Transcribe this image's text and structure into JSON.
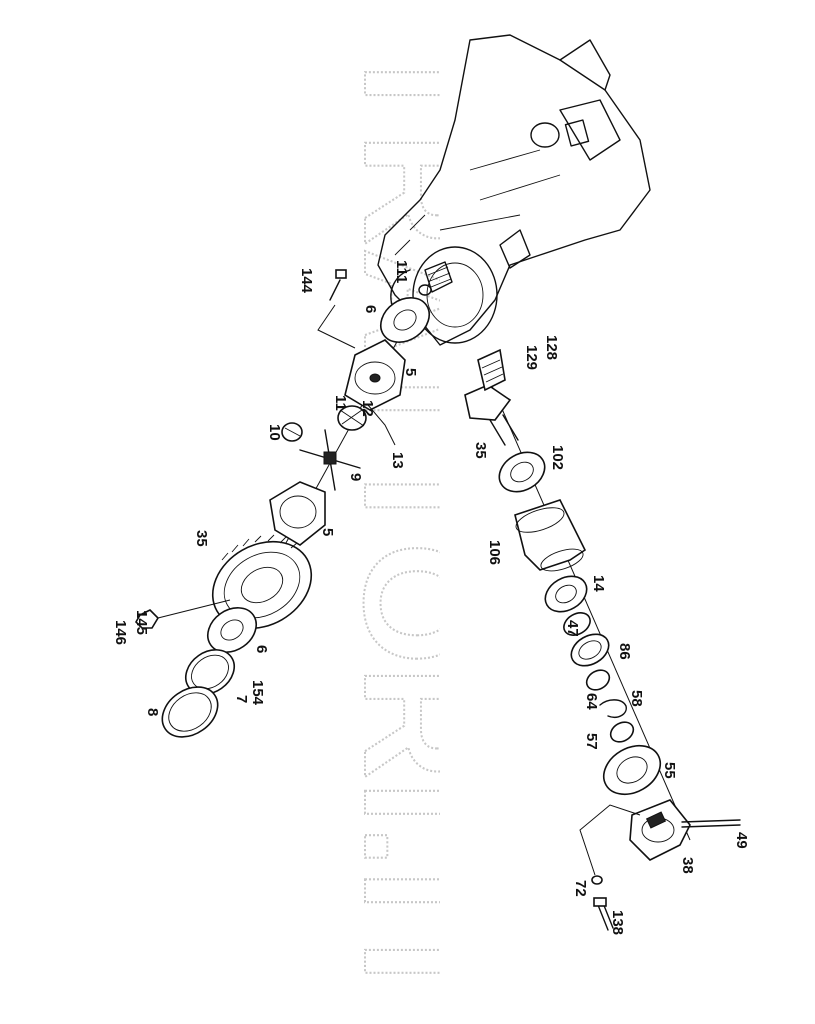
{
  "watermark": "TRATTORI.IT",
  "labels": [
    {
      "id": "p144",
      "text": "144"
    },
    {
      "id": "p111",
      "text": "111"
    },
    {
      "id": "p6a",
      "text": "6"
    },
    {
      "id": "p5a",
      "text": "5"
    },
    {
      "id": "p11",
      "text": "11"
    },
    {
      "id": "p12",
      "text": "12"
    },
    {
      "id": "p10",
      "text": "10"
    },
    {
      "id": "p13",
      "text": "13"
    },
    {
      "id": "p9",
      "text": "9"
    },
    {
      "id": "p128",
      "text": "128"
    },
    {
      "id": "p129",
      "text": "129"
    },
    {
      "id": "p35a",
      "text": "35"
    },
    {
      "id": "p102",
      "text": "102"
    },
    {
      "id": "p5b",
      "text": "5"
    },
    {
      "id": "p35b",
      "text": "35"
    },
    {
      "id": "p106",
      "text": "106"
    },
    {
      "id": "p14",
      "text": "14"
    },
    {
      "id": "p145",
      "text": "145"
    },
    {
      "id": "p146",
      "text": "146"
    },
    {
      "id": "p6b",
      "text": "6"
    },
    {
      "id": "p47",
      "text": "47"
    },
    {
      "id": "p154",
      "text": "154"
    },
    {
      "id": "p7",
      "text": "7"
    },
    {
      "id": "p86",
      "text": "86"
    },
    {
      "id": "p8",
      "text": "8"
    },
    {
      "id": "p64",
      "text": "64"
    },
    {
      "id": "p58",
      "text": "58"
    },
    {
      "id": "p57",
      "text": "57"
    },
    {
      "id": "p55",
      "text": "55"
    },
    {
      "id": "p49",
      "text": "49"
    },
    {
      "id": "p38",
      "text": "38"
    },
    {
      "id": "p72",
      "text": "72"
    },
    {
      "id": "p138",
      "text": "138"
    }
  ]
}
